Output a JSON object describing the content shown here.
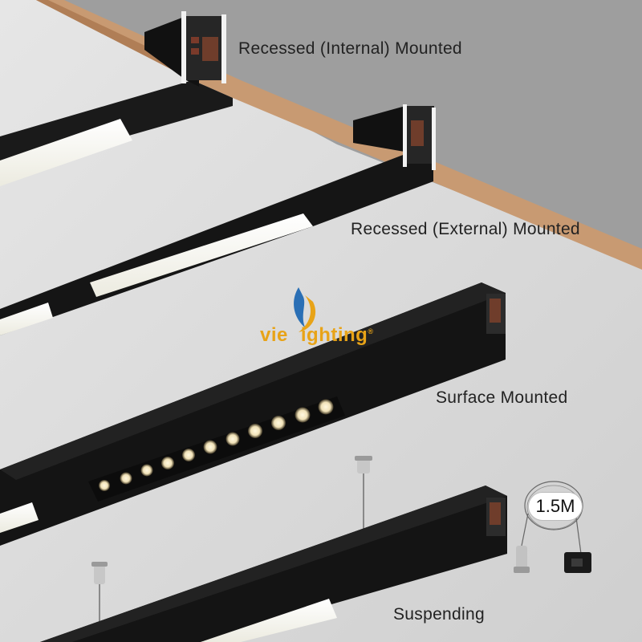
{
  "labels": {
    "recessed_internal": "Recessed (Internal) Mounted",
    "recessed_external": "Recessed (External) Mounted",
    "surface": "Surface Mounted",
    "suspending": "Suspending"
  },
  "cable_length": "1.5M",
  "logo": {
    "prefix": "vie",
    "suffix": "ighting",
    "registered": "®"
  },
  "colors": {
    "background": "#d9d9d9",
    "ceiling_upper": "#9e9e9e",
    "wood": "#c89a72",
    "fixture_black": "#141414",
    "led_white": "#fdfcf4",
    "logo_orange": "#e8a317",
    "logo_blue": "#2a6fb5"
  }
}
